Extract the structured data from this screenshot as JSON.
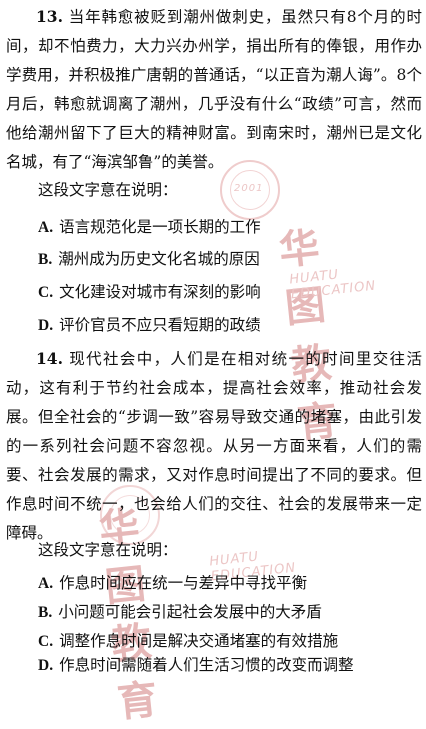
{
  "watermark": {
    "brand_cn": "华图教育",
    "brand_en": "HUATU EDUCATION",
    "seal_year": "2001"
  },
  "questions": [
    {
      "number": "13.",
      "passage": "当年韩愈被贬到潮州做刺史，虽然只有8个月的时间，却不怕费力，大力兴办州学，捐出所有的俸银，用作办学费用，并积极推广唐朝的普通话，“以正音为潮人诲”。8个月后，韩愈就调离了潮州，几乎没有什么“政绩”可言，然而他给潮州留下了巨大的精神财富。到南宋时，潮州已是文化名城，有了“海滨邹鲁”的美誉。",
      "prompt": "这段文字意在说明：",
      "options": [
        {
          "letter": "A.",
          "text": "语言规范化是一项长期的工作"
        },
        {
          "letter": "B.",
          "text": "潮州成为历史文化名城的原因"
        },
        {
          "letter": "C.",
          "text": "文化建设对城市有深刻的影响"
        },
        {
          "letter": "D.",
          "text": "评价官员不应只看短期的政绩"
        }
      ]
    },
    {
      "number": "14.",
      "passage": "现代社会中，人们是在相对统一的时间里交往活动，这有利于节约社会成本，提高社会效率，推动社会发展。但全社会的“步调一致”容易导致交通的堵塞，由此引发的一系列社会问题不容忽视。从另一方面来看，人们的需要、社会发展的需求，又对作息时间提出了不同的要求。但作息时间不统一，也会给人们的交往、社会的发展带来一定障碍。",
      "prompt": "这段文字意在说明：",
      "options": [
        {
          "letter": "A.",
          "text": "作息时间应在统一与差异中寻找平衡"
        },
        {
          "letter": "B.",
          "text": "小问题可能会引起社会发展中的大矛盾"
        },
        {
          "letter": "C.",
          "text": "调整作息时间是解决交通堵塞的有效措施"
        },
        {
          "letter": "D.",
          "text": "作息时间需随着人们生活习惯的改变而调整"
        }
      ]
    }
  ]
}
